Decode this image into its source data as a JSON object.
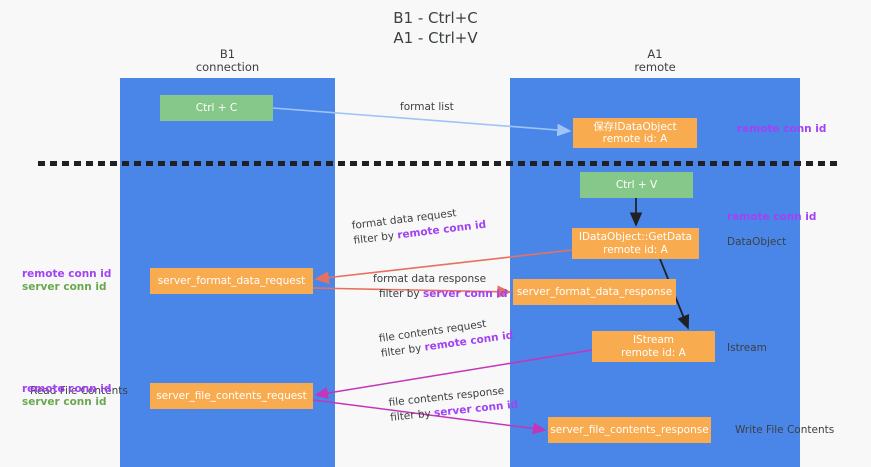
{
  "title": {
    "line1": "B1 - Ctrl+C",
    "line2": "A1 - Ctrl+V"
  },
  "columns": [
    {
      "id": "b1",
      "name": "B1",
      "role": "connection"
    },
    {
      "id": "a1",
      "name": "A1",
      "role": "remote"
    }
  ],
  "boxes": {
    "ctrl_c": {
      "label": "Ctrl + C",
      "color": "#85c88a"
    },
    "ctrl_v": {
      "label": "Ctrl + V",
      "color": "#85c88a"
    },
    "save_idataobject": {
      "line1": "保存IDataObject",
      "line2": "remote id: A",
      "color": "#f9ab50"
    },
    "getdata": {
      "line1": "IDataObject::GetData",
      "line2": "remote id: A",
      "color": "#f9ab50"
    },
    "istream": {
      "line1": "IStream",
      "line2": "remote id: A",
      "color": "#f9ab50"
    },
    "server_format_data_request": {
      "label": "server_format_data_request",
      "color": "#f9ab50"
    },
    "server_format_data_response": {
      "label": "server_format_data_response",
      "color": "#f9ab50"
    },
    "server_file_contents_request": {
      "label": "server_file_contents_request",
      "color": "#f9ab50"
    },
    "server_file_contents_response": {
      "label": "server_file_contents_response",
      "color": "#f9ab50"
    }
  },
  "edge_labels": {
    "format_list": "format list",
    "format_data_request": "format data request",
    "format_data_request_filter_prefix": "filter by ",
    "format_data_request_filter_key": "remote conn id",
    "format_data_response": "format data response",
    "format_data_response_filter_prefix": "filter by ",
    "format_data_response_filter_key": "server conn id",
    "file_contents_request": "file contents request",
    "file_contents_request_filter_prefix": "filter by ",
    "file_contents_request_filter_key": "remote conn id",
    "file_contents_response": "file contents response",
    "file_contents_response_filter_prefix": "filter by ",
    "file_contents_response_filter_key": "server conn id"
  },
  "annotations": {
    "remote_conn_id_top": "remote conn id",
    "remote_conn_id_mid": "remote conn id",
    "dataobject": "DataObject",
    "istream": "Istream",
    "write_file_contents": "Write File Contents",
    "read_file_contents": "Read File Contents",
    "left_remote_conn_id_1": "remote conn id",
    "left_server_conn_id_1": "server conn id",
    "left_remote_conn_id_2": "remote conn id",
    "left_server_conn_id_2": "server conn id"
  },
  "colors": {
    "column": "#4a86e8",
    "green_box": "#85c88a",
    "orange_box": "#f9ab50",
    "purple": "#a142f4",
    "green_text": "#6aa84f",
    "arrow_blue": "#9fc5f8",
    "arrow_red": "#e8705f",
    "arrow_magenta": "#c council"
  }
}
